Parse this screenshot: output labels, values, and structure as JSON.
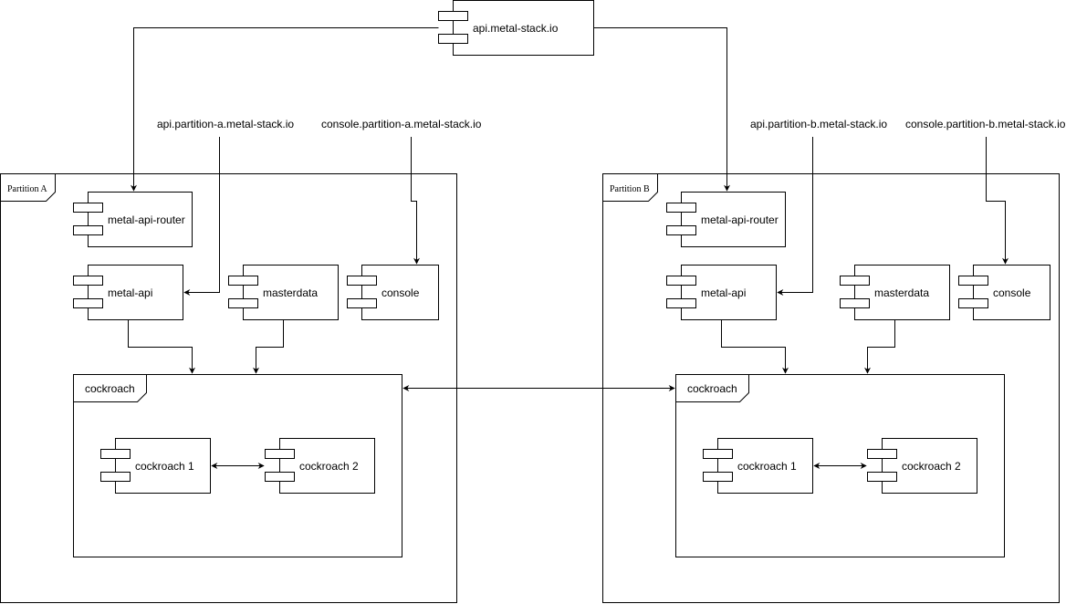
{
  "api_gateway": {
    "label": "api.metal-stack.io"
  },
  "partition_a": {
    "frame_label": "Partition A",
    "api_endpoint": "api.partition-a.metal-stack.io",
    "console_endpoint": "console.partition-a.metal-stack.io",
    "metal_api_router": "metal-api-router",
    "metal_api": "metal-api",
    "masterdata": "masterdata",
    "console": "console",
    "cockroach_group": "cockroach",
    "cockroach_1": "cockroach 1",
    "cockroach_2": "cockroach 2"
  },
  "partition_b": {
    "frame_label": "Partition B",
    "api_endpoint": "api.partition-b.metal-stack.io",
    "console_endpoint": "console.partition-b.metal-stack.io",
    "metal_api_router": "metal-api-router",
    "metal_api": "metal-api",
    "masterdata": "masterdata",
    "console": "console",
    "cockroach_group": "cockroach",
    "cockroach_1": "cockroach 1",
    "cockroach_2": "cockroach 2"
  }
}
